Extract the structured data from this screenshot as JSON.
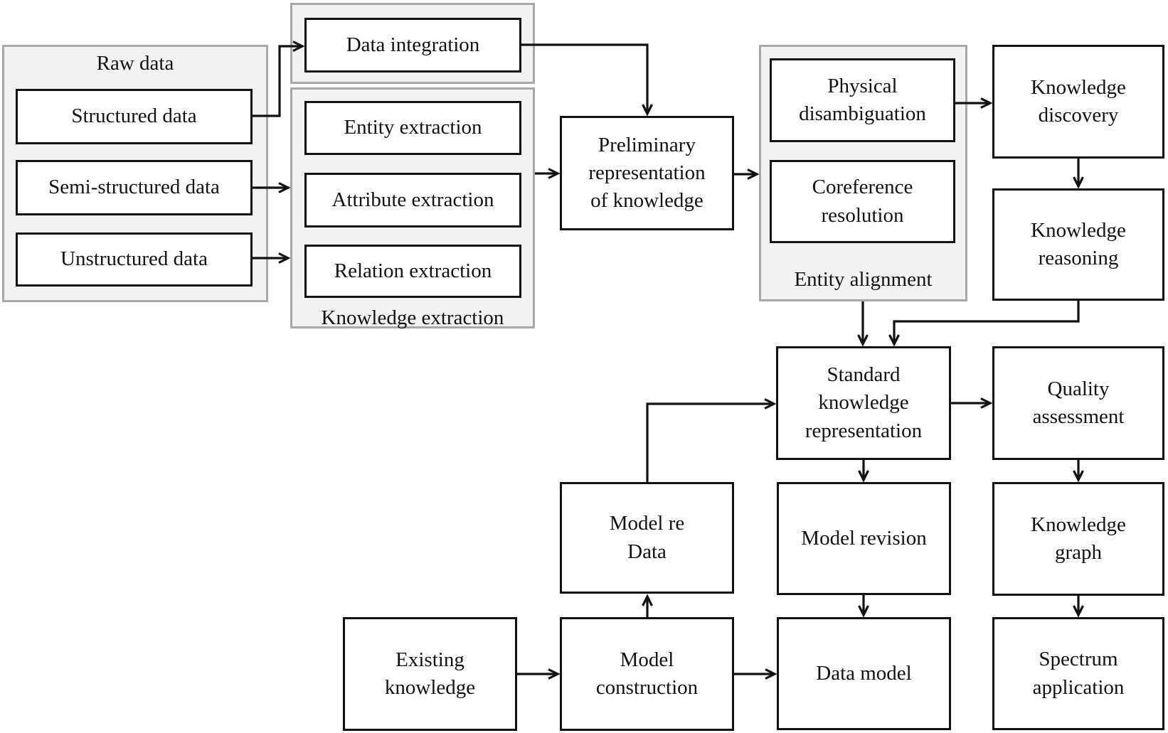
{
  "diagram": {
    "title": "Knowledge graph construction flowchart",
    "colors": {
      "background": "#ffffff",
      "group_fill": "#f2f2f2",
      "group_border": "#a8a8a8",
      "box_fill": "#ffffff",
      "box_border": "#121212",
      "arrow": "#121212",
      "text": "#121212"
    },
    "groups": {
      "raw_data": {
        "label": "Raw data"
      },
      "data_integration_panel": {
        "label": ""
      },
      "knowledge_extraction": {
        "label": "Knowledge extraction"
      },
      "entity_alignment": {
        "label": "Entity alignment"
      }
    },
    "nodes": {
      "structured_data": {
        "label": "Structured data"
      },
      "semi_structured_data": {
        "label": "Semi-structured data"
      },
      "unstructured_data": {
        "label": "Unstructured data"
      },
      "data_integration": {
        "label": "Data integration"
      },
      "entity_extraction": {
        "label": "Entity extraction"
      },
      "attribute_extraction": {
        "label": "Attribute extraction"
      },
      "relation_extraction": {
        "label": "Relation extraction"
      },
      "preliminary_representation": {
        "label": "Preliminary\nrepresentation\nof knowledge"
      },
      "physical_disambiguation": {
        "label": "Physical\ndisambiguation"
      },
      "coreference_resolution": {
        "label": "Coreference\nresolution"
      },
      "knowledge_discovery": {
        "label": "Knowledge\ndiscovery"
      },
      "knowledge_reasoning": {
        "label": "Knowledge\nreasoning"
      },
      "standard_knowledge_representation": {
        "label": "Standard\nknowledge\nrepresentation"
      },
      "quality_assessment": {
        "label": "Quality\nassessment"
      },
      "model_re_data": {
        "label": "Model re\nData"
      },
      "model_revision": {
        "label": "Model revision"
      },
      "knowledge_graph": {
        "label": "Knowledge\ngraph"
      },
      "existing_knowledge": {
        "label": "Existing\nknowledge"
      },
      "model_construction": {
        "label": "Model\nconstruction"
      },
      "data_model": {
        "label": "Data model"
      },
      "spectrum_application": {
        "label": "Spectrum\napplication"
      }
    },
    "edges": [
      {
        "from": "structured_data",
        "to": "data_integration"
      },
      {
        "from": "semi_structured_data",
        "to": "knowledge_extraction"
      },
      {
        "from": "unstructured_data",
        "to": "knowledge_extraction"
      },
      {
        "from": "data_integration",
        "to": "preliminary_representation"
      },
      {
        "from": "knowledge_extraction",
        "to": "preliminary_representation"
      },
      {
        "from": "preliminary_representation",
        "to": "entity_alignment"
      },
      {
        "from": "physical_disambiguation",
        "to": "knowledge_discovery"
      },
      {
        "from": "knowledge_discovery",
        "to": "knowledge_reasoning"
      },
      {
        "from": "knowledge_reasoning",
        "to": "standard_knowledge_representation"
      },
      {
        "from": "entity_alignment",
        "to": "standard_knowledge_representation"
      },
      {
        "from": "model_re_data",
        "to": "standard_knowledge_representation"
      },
      {
        "from": "standard_knowledge_representation",
        "to": "quality_assessment"
      },
      {
        "from": "standard_knowledge_representation",
        "to": "model_revision"
      },
      {
        "from": "quality_assessment",
        "to": "knowledge_graph"
      },
      {
        "from": "model_revision",
        "to": "data_model"
      },
      {
        "from": "knowledge_graph",
        "to": "spectrum_application"
      },
      {
        "from": "existing_knowledge",
        "to": "model_construction"
      },
      {
        "from": "model_construction",
        "to": "model_re_data"
      },
      {
        "from": "model_construction",
        "to": "data_model"
      }
    ]
  }
}
